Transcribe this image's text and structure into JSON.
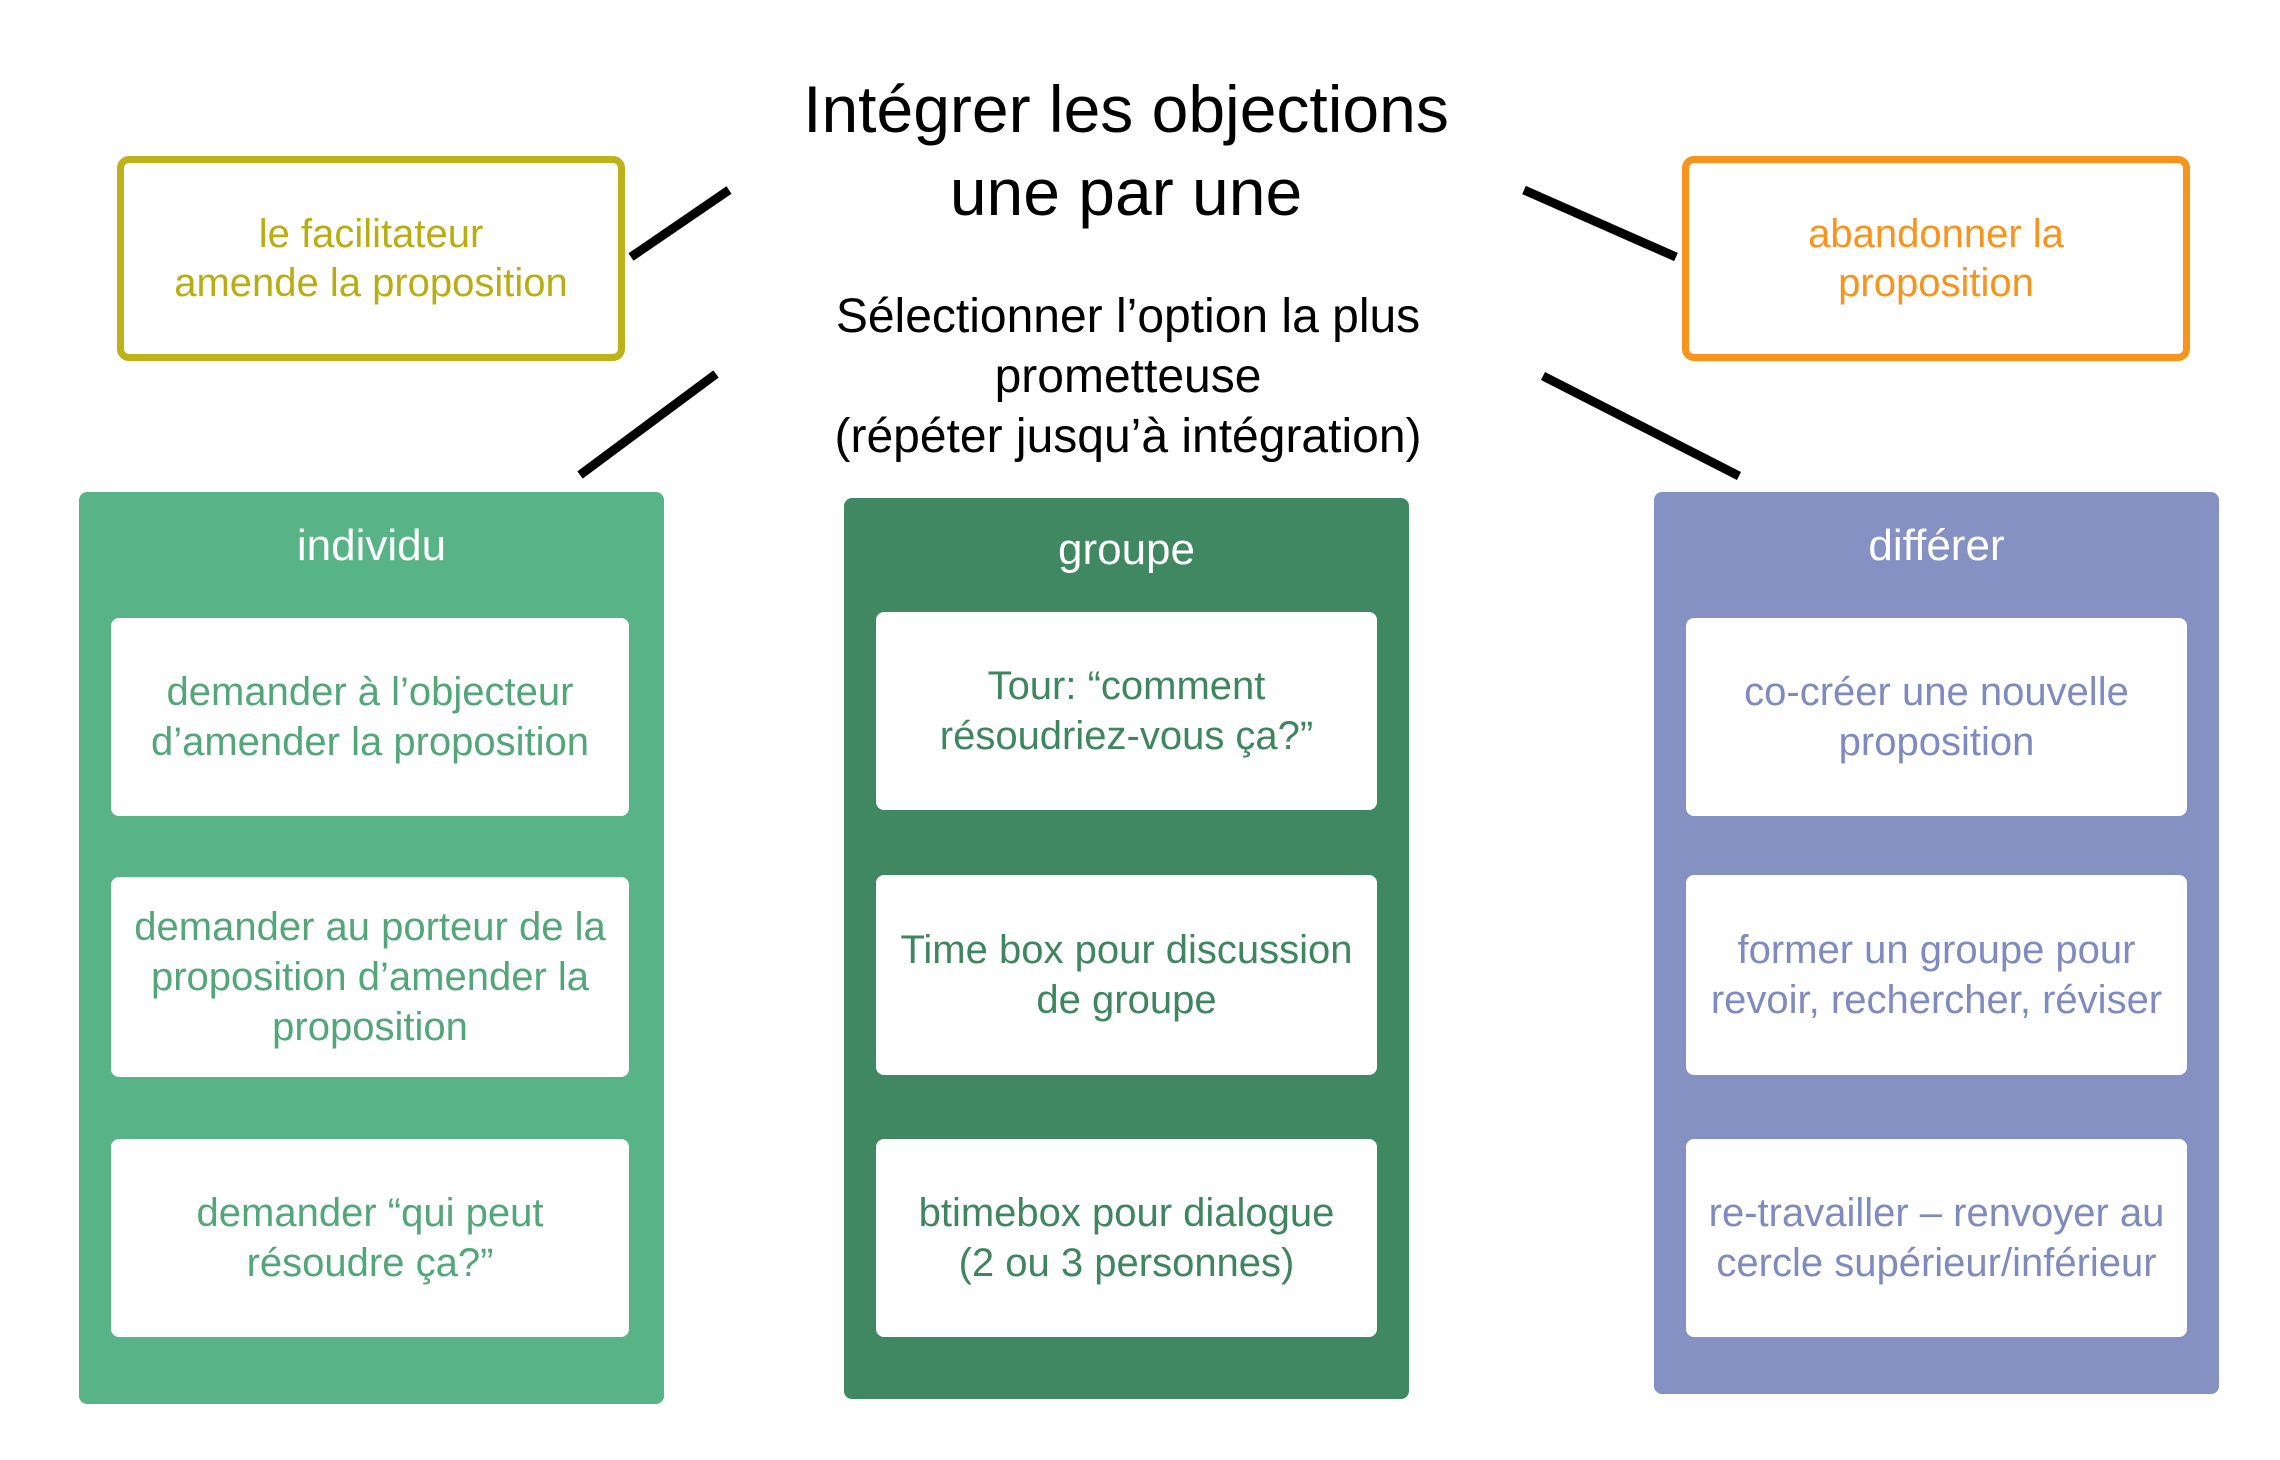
{
  "title": "Intégrer les objections\nune par une",
  "subtitle": "Sélectionner l’option la plus\nprometteuse\n(répéter jusqu’à intégration)",
  "outcomes": {
    "amend": {
      "label": "le facilitateur\namende la proposition",
      "color": "#bdb21a",
      "text_color": "#b8ad12"
    },
    "abandon": {
      "label": "abandonner la\nproposition",
      "color": "#f7941d",
      "text_color": "#f7941d"
    }
  },
  "columns": [
    {
      "header": "individu",
      "panel_color": "#58b487",
      "text_color": "#52a67a",
      "cards": [
        "demander à l’objecteur\nd’amender la proposition",
        "demander au porteur de la\nproposition d’amender la\nproposition",
        "demander “qui peut\nrésoudre ça?”"
      ]
    },
    {
      "header": "groupe",
      "panel_color": "#3f8862",
      "text_color": "#3e8560",
      "cards": [
        "Tour: “comment\nrésoudriez-vous ça?”",
        "Time box pour discussion\nde groupe",
        "btimebox pour dialogue\n(2 ou 3 personnes)"
      ]
    },
    {
      "header": "différer",
      "panel_color": "#8590c3",
      "text_color": "#7f8bbf",
      "cards": [
        "co-créer une nouvelle\nproposition",
        "former un groupe pour\nrevoir, rechercher, réviser",
        "re-travailler – renvoyer au\ncercle supérieur/inférieur"
      ]
    }
  ],
  "colors": {
    "connector": "#000000",
    "background": "#ffffff",
    "card": "#ffffff",
    "header_text": "#ffffff"
  }
}
